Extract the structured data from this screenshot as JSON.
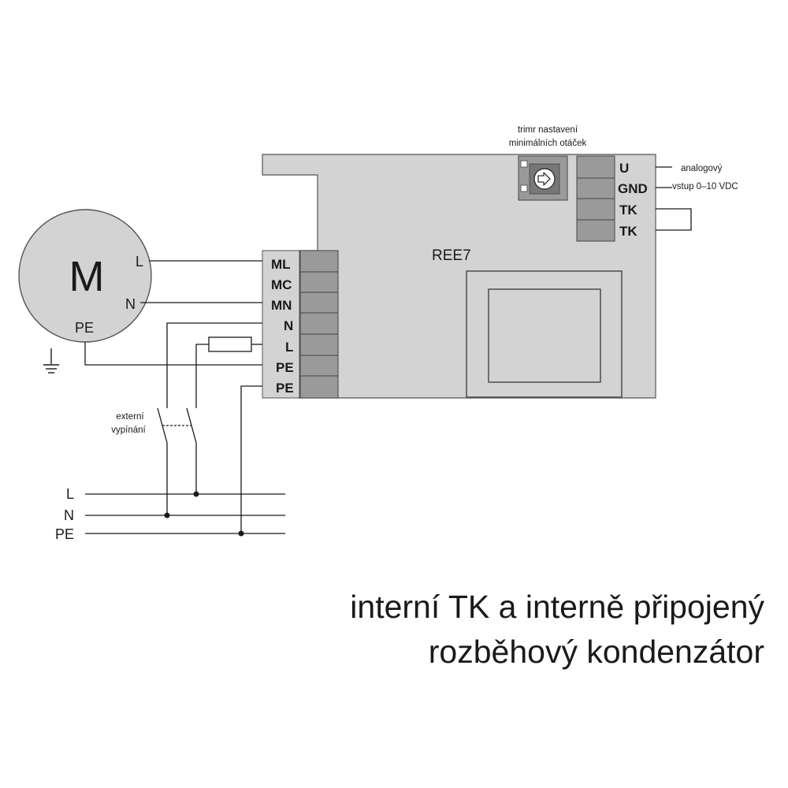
{
  "motor": {
    "symbol": "M",
    "terminal_L": "L",
    "terminal_N": "N",
    "terminal_PE": "PE"
  },
  "module": {
    "model": "REE7"
  },
  "trimmer_label": {
    "line1": "trimr nastavení",
    "line2": "minimálních otáček"
  },
  "left_terminals": [
    "ML",
    "MC",
    "MN",
    "N",
    "L",
    "PE",
    "PE"
  ],
  "right_terminals": [
    "U",
    "GND",
    "TK",
    "TK"
  ],
  "analog_input": {
    "line1": "analogový",
    "line2": "vstup 0–10 VDC"
  },
  "switch_label": {
    "line1": "externí",
    "line2": "vypínání"
  },
  "mains": [
    "L",
    "N",
    "PE"
  ],
  "caption": {
    "line1": "interní TK a interně připojený",
    "line2": "rozběhový kondenzátor"
  },
  "colors": {
    "module_fill": "#d3d3d3",
    "terminal_fill": "#9a9a9a",
    "line": "#1a1a1a"
  }
}
